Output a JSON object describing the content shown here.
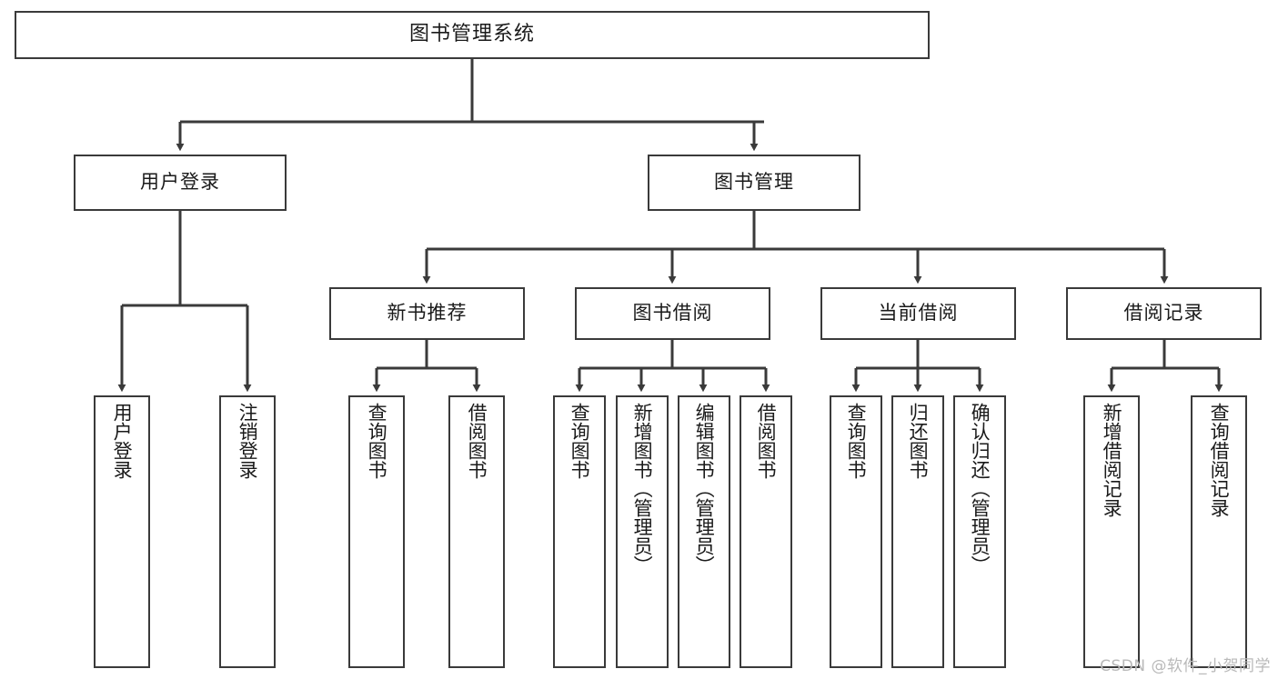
{
  "diagram": {
    "title": "图书管理系统",
    "type": "tree-structure-chart",
    "line_color": "#3a3a3a",
    "box_fill": "#ffffff",
    "text_color": "#1a1a1a",
    "root": {
      "label": "图书管理系统"
    },
    "level2": [
      {
        "label": "用户登录"
      },
      {
        "label": "图书管理"
      }
    ],
    "level3": [
      {
        "label": "新书推荐"
      },
      {
        "label": "图书借阅"
      },
      {
        "label": "当前借阅"
      },
      {
        "label": "借阅记录"
      }
    ],
    "leaves": {
      "user_login": [
        {
          "label": "用户登录"
        },
        {
          "label": "注销登录"
        }
      ],
      "new_book": [
        {
          "label": "查询图书"
        },
        {
          "label": "借阅图书"
        }
      ],
      "book_borrow": [
        {
          "label": "查询图书"
        },
        {
          "label": "新增图书（管理员）"
        },
        {
          "label": "编辑图书（管理员）"
        },
        {
          "label": "借阅图书"
        }
      ],
      "current_borrow": [
        {
          "label": "查询图书"
        },
        {
          "label": "归还图书"
        },
        {
          "label": "确认归还（管理员）"
        }
      ],
      "borrow_record": [
        {
          "label": "新增借阅记录"
        },
        {
          "label": "查询借阅记录"
        }
      ]
    }
  },
  "watermark": {
    "text": "CSDN @软件_小贺同学"
  }
}
